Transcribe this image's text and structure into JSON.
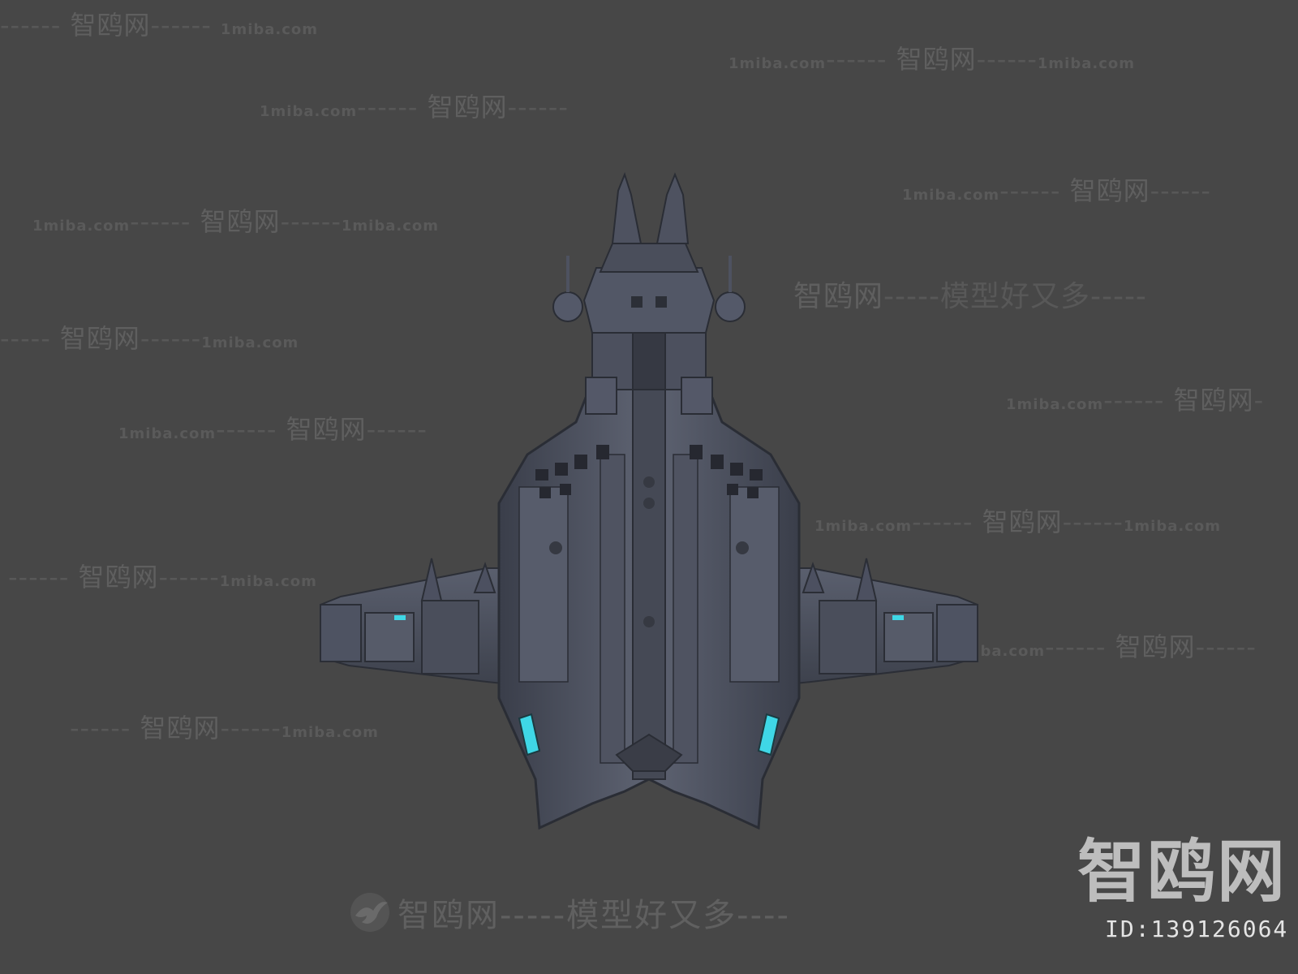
{
  "watermarks": [
    {
      "before": "------ ",
      "site": "智鸥网",
      "after": "------ ",
      "domain": "1miba.com"
    },
    {
      "domain": "1miba.com",
      "before": "------ ",
      "site": "智鸥网",
      "after": "------",
      "domain2": "1miba.com"
    },
    {
      "domain": "1miba.com",
      "before": "------ ",
      "site": "智鸥网",
      "after": "------"
    },
    {
      "domain": "1miba.com",
      "before": "------ ",
      "site": "智鸥网",
      "after": "------"
    },
    {
      "domain": "1miba.com",
      "before": "------ ",
      "site": "智鸥网",
      "after": "------",
      "domain2": "1miba.com"
    },
    {
      "site": "智鸥网",
      "after": "-----模型好又多-----"
    },
    {
      "before": "----- ",
      "site": "智鸥网",
      "after": "------",
      "domain2": "1miba.com"
    },
    {
      "domain": "1miba.com",
      "before": "------ ",
      "site": "智鸥网",
      "after": "-"
    },
    {
      "domain": "1miba.com",
      "before": "------ ",
      "site": "智鸥网",
      "after": "------"
    },
    {
      "domain": "1miba.com",
      "before": "------ ",
      "site": "智鸥网",
      "after": "------",
      "domain2": "1miba.com"
    },
    {
      "before": "------ ",
      "site": "智鸥网",
      "after": "------",
      "domain2": "1miba.com"
    },
    {
      "domain": "1miba.com",
      "before": "------ ",
      "site": "智鸥网",
      "after": "------"
    },
    {
      "before": "------ ",
      "site": "智鸥网",
      "after": "------",
      "domain2": "1miba.com"
    }
  ],
  "bottom_banner": {
    "site": "智鸥网",
    "tagline": "-----模型好又多----"
  },
  "brand": {
    "logo_text": "智鸥网",
    "id_text": "ID:139126064"
  },
  "colors": {
    "background": "#474747",
    "hull": "#4b5060",
    "hull_dark": "#33363f",
    "hull_light": "#6a6f7e",
    "glow": "#3fd7e6"
  }
}
